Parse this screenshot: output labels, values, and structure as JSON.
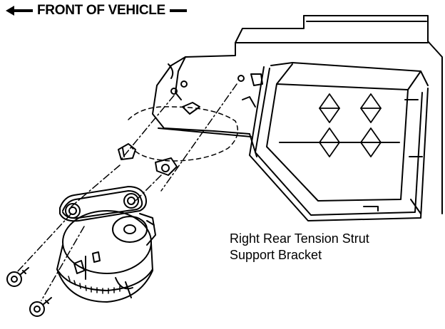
{
  "header": {
    "direction_label": "FRONT OF VEHICLE",
    "arrow": "left-arrow-icon"
  },
  "callout": {
    "line1": "Right Rear Tension Strut",
    "line2": "Support Bracket"
  },
  "colors": {
    "ink": "#000000",
    "paper": "#ffffff"
  }
}
